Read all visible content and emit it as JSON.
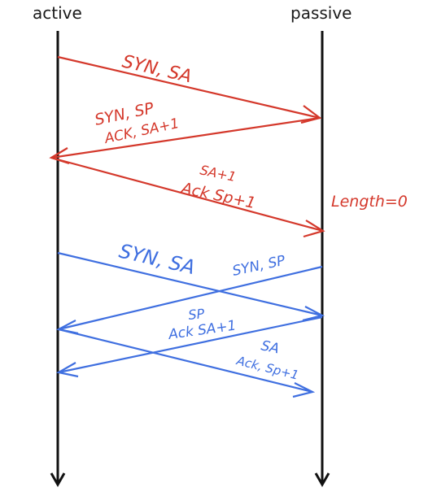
{
  "header": {
    "left_label": "active",
    "right_label": "passive"
  },
  "colors": {
    "timeline": "#111111",
    "red": "#d4382b",
    "blue": "#3f6fe0"
  },
  "red_exchange": {
    "msg1": "SYN, SA",
    "msg2_line1": "SYN, SP",
    "msg2_line2": "ACK, SA+1",
    "msg3_line1": "SA+1",
    "msg3_line2": "Ack Sp+1",
    "note": "Length=0"
  },
  "blue_exchange": {
    "syn_active": "SYN, SA",
    "syn_passive": "SYN, SP",
    "ack_mid_line1": "SP",
    "ack_mid_line2": "Ack SA+1",
    "ack_low_line1": "SA",
    "ack_low_line2": "Ack, Sp+1"
  }
}
